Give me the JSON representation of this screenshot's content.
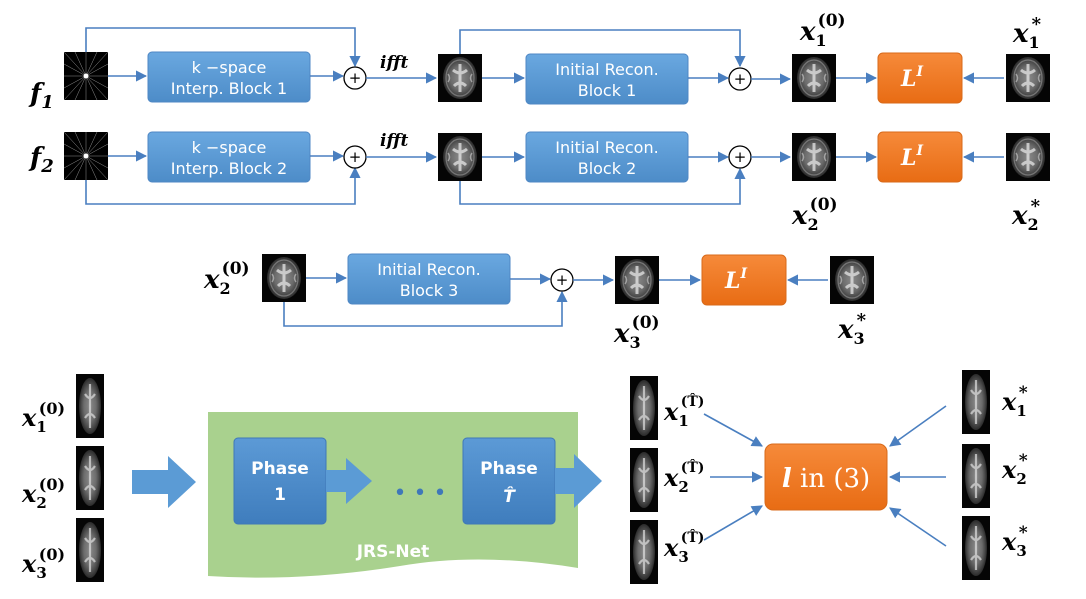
{
  "colors": {
    "block_blue": "#5b9bd5",
    "loss_orange": "#f07a22",
    "wire_blue": "#4a7fc0",
    "net_green": "#a9d18e",
    "big_arrow_blue": "#5b9bd5"
  },
  "row1": {
    "input": {
      "base": "f",
      "sub": "1"
    },
    "kspace_block": {
      "line1": "k −space",
      "line2": "Interp. Block 1"
    },
    "ifft_label": "ifft",
    "recon_block": {
      "line1": "Initial Recon.",
      "line2": "Block 1"
    },
    "output": {
      "base": "x",
      "sub": "1",
      "sup": "(0)"
    },
    "loss": {
      "base": "L",
      "sup": "I"
    },
    "target": {
      "base": "x",
      "sub": "1",
      "sup": "*"
    }
  },
  "row2": {
    "input": {
      "base": "f",
      "sub": "2"
    },
    "kspace_block": {
      "line1": "k −space",
      "line2": "Interp. Block 2"
    },
    "ifft_label": "ifft",
    "recon_block": {
      "line1": "Initial Recon.",
      "line2": "Block 2"
    },
    "output": {
      "base": "x",
      "sub": "2",
      "sup": "(0)"
    },
    "loss": {
      "base": "L",
      "sup": "I"
    },
    "target": {
      "base": "x",
      "sub": "2",
      "sup": "*"
    }
  },
  "row3": {
    "input": {
      "base": "x",
      "sub": "2",
      "sup": "(0)"
    },
    "recon_block": {
      "line1": "Initial Recon.",
      "line2": "Block 3"
    },
    "output": {
      "base": "x",
      "sub": "3",
      "sup": "(0)"
    },
    "loss": {
      "base": "L",
      "sup": "I"
    },
    "target": {
      "base": "x",
      "sub": "3",
      "sup": "*"
    }
  },
  "sum_symbol": "+",
  "bottom": {
    "inputs": [
      {
        "base": "x",
        "sub": "1",
        "sup": "(0)"
      },
      {
        "base": "x",
        "sub": "2",
        "sup": "(0)"
      },
      {
        "base": "x",
        "sub": "3",
        "sup": "(0)"
      }
    ],
    "network_name": "JRS-Net",
    "phase_first": {
      "line1": "Phase",
      "line2": "1"
    },
    "phase_last": {
      "line1": "Phase",
      "line2": "T̂"
    },
    "ellipsis": "• • •",
    "outputs": [
      {
        "base": "x",
        "sub": "1",
        "sup": "(T̂)"
      },
      {
        "base": "x",
        "sub": "2",
        "sup": "(T̂)"
      },
      {
        "base": "x",
        "sub": "3",
        "sup": "(T̂)"
      }
    ],
    "loss": {
      "base": "l",
      "rest": " in (3)"
    },
    "targets": [
      {
        "base": "x",
        "sub": "1",
        "sup": "*"
      },
      {
        "base": "x",
        "sub": "2",
        "sup": "*"
      },
      {
        "base": "x",
        "sub": "3",
        "sup": "*"
      }
    ]
  }
}
